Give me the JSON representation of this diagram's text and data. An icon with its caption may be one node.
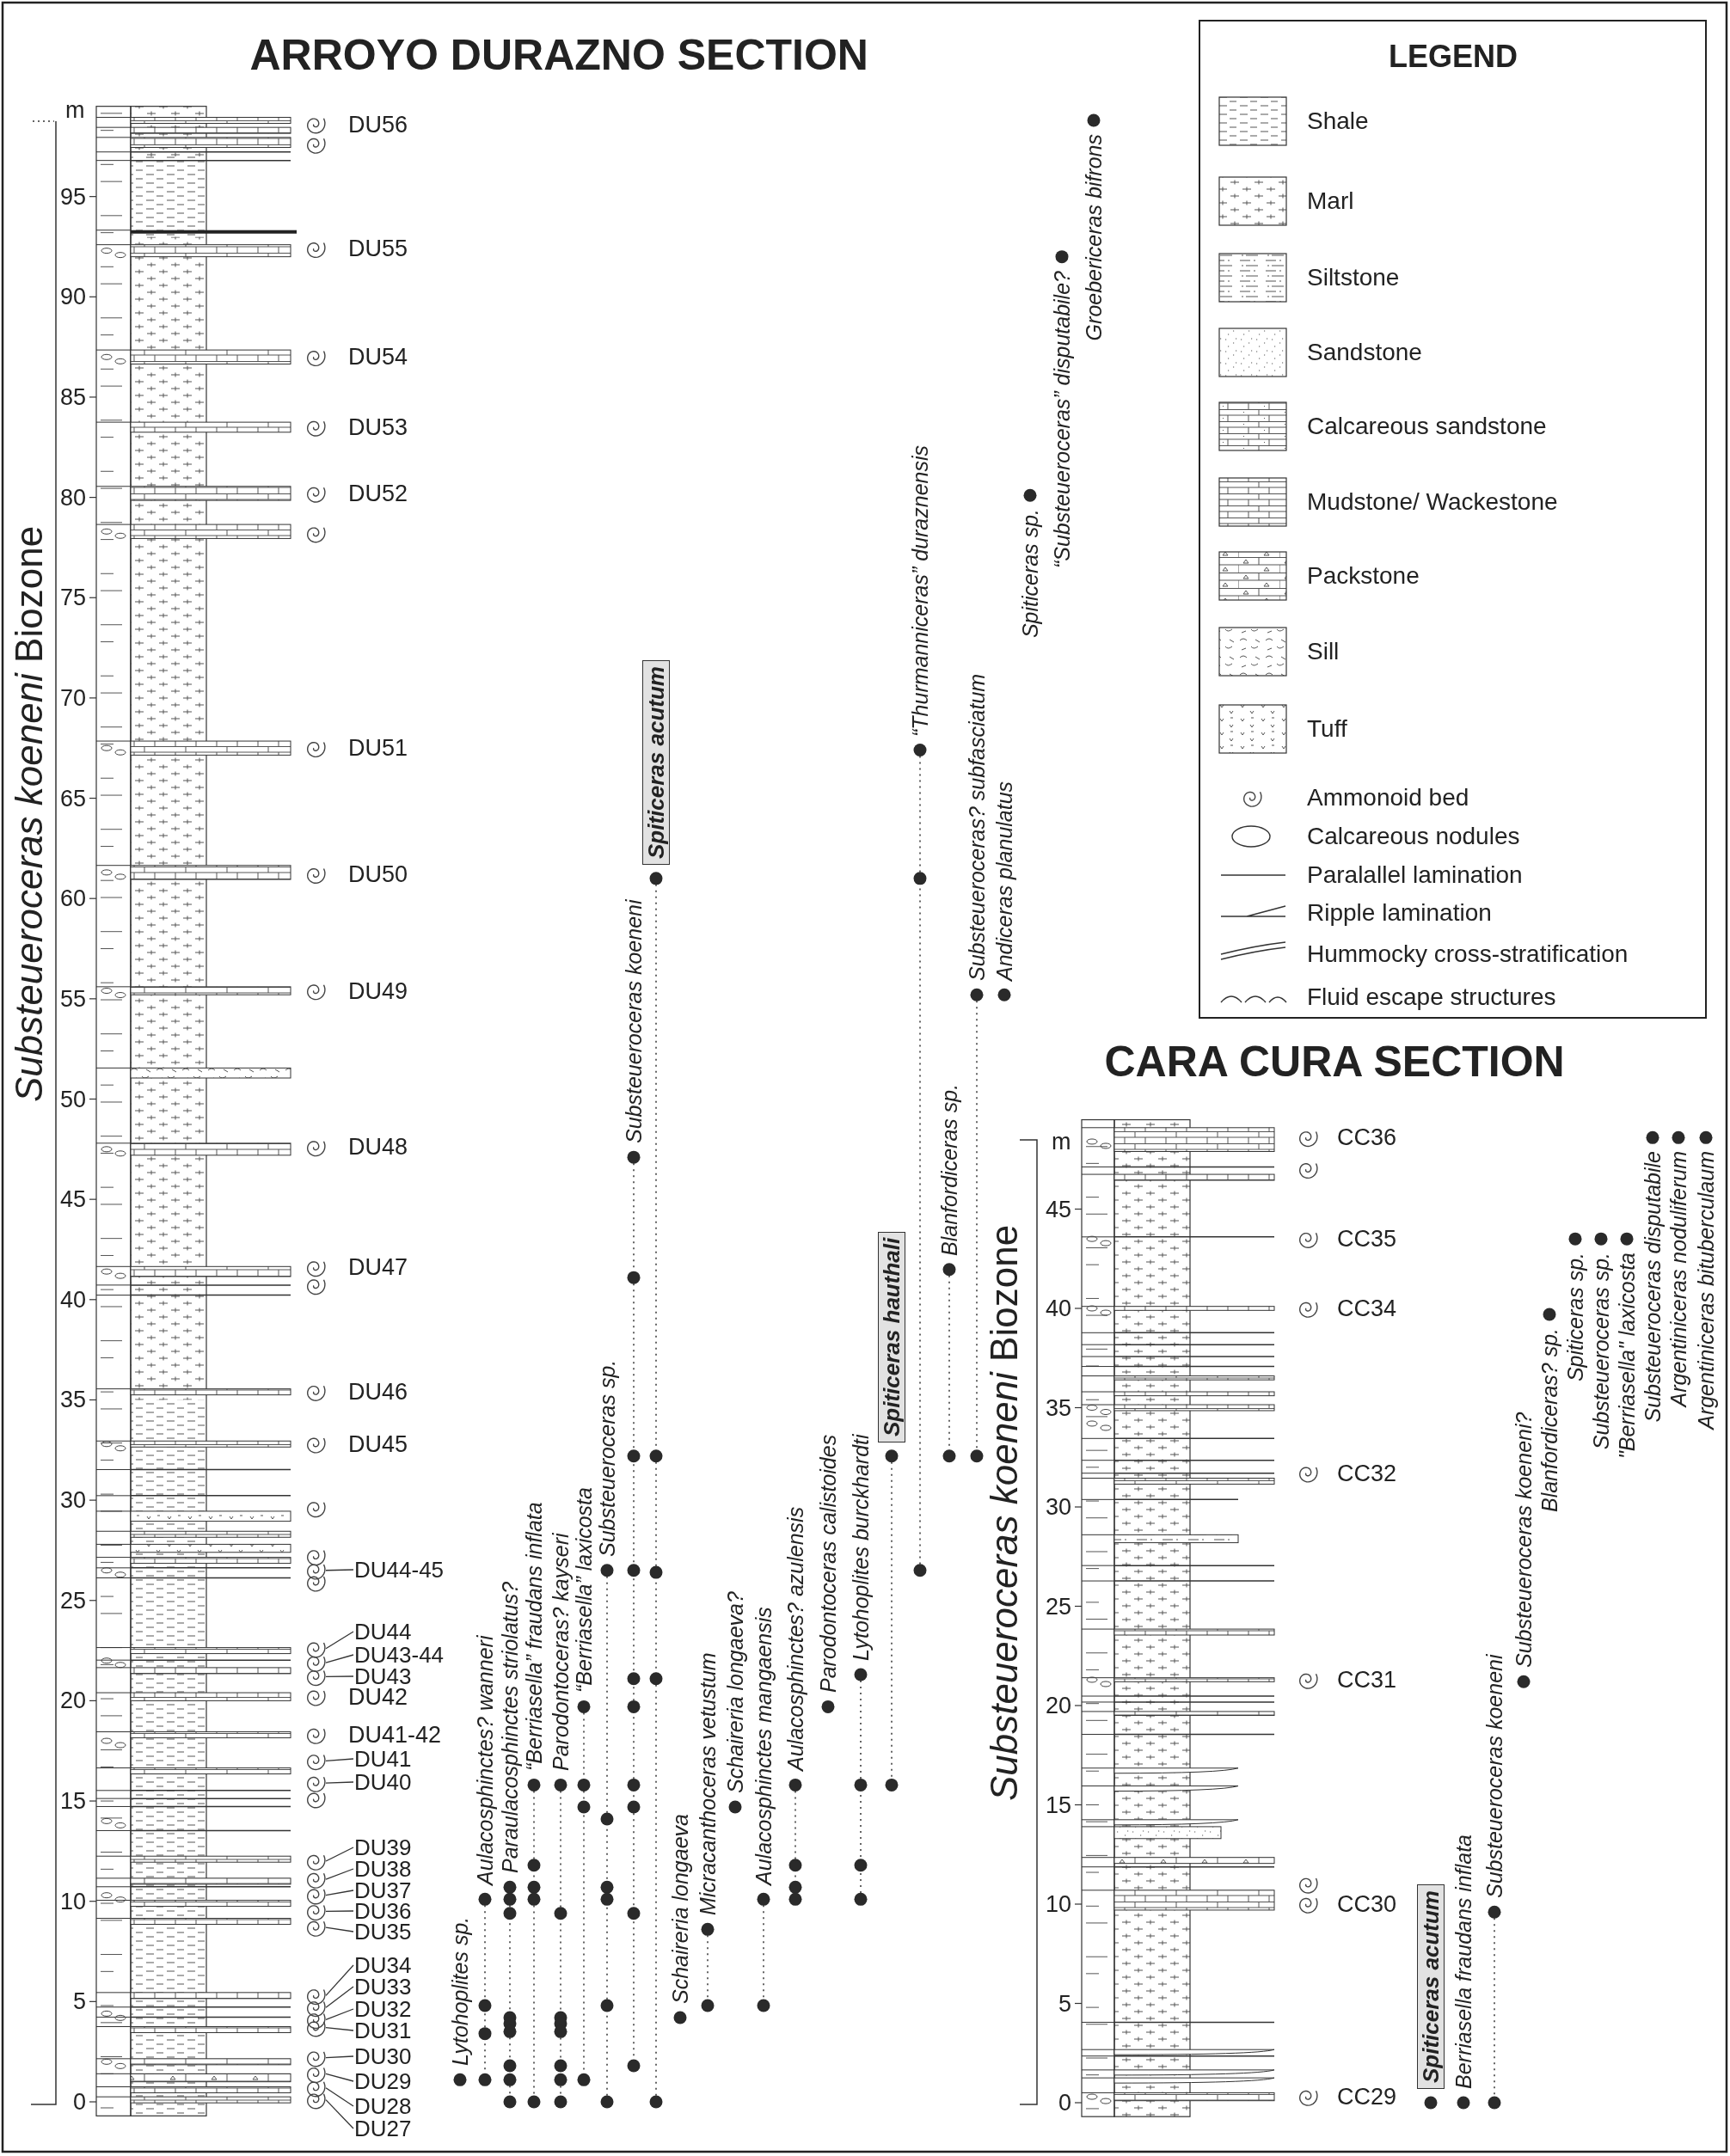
{
  "diagram": {
    "nodes": [
      {
        "text": [
          "Spiticeras acutum"
        ]
      },
      {
        "text": [
          "Spiticeras hauthali"
        ]
      },
      {
        "text": [
          "Spiticeras acutum"
        ]
      },
      {
        "text": [
          "DU44-45"
        ]
      },
      {
        "text": [
          "DU44"
        ]
      },
      {
        "text": [
          "DU43-44"
        ]
      },
      {
        "text": [
          "DU43"
        ]
      },
      {
        "text": [
          "DU41"
        ]
      },
      {
        "text": [
          "DU40"
        ]
      },
      {
        "text": [
          "DU39"
        ]
      },
      {
        "text": [
          "DU38"
        ]
      },
      {
        "text": [
          "DU37"
        ]
      },
      {
        "text": [
          "DU36"
        ]
      },
      {
        "text": [
          "DU35"
        ]
      },
      {
        "text": [
          "DU34"
        ]
      },
      {
        "text": [
          "DU33"
        ]
      },
      {
        "text": [
          "DU32"
        ]
      },
      {
        "text": [
          "DU31"
        ]
      },
      {
        "text": [
          "DU30"
        ]
      },
      {
        "text": [
          "DU29"
        ]
      },
      {
        "text": [
          "DU28"
        ]
      },
      {
        "text": [
          "DU27"
        ]
      },
      {
        "text": [],
        "shape": "spiral"
      },
      {
        "text": [],
        "shape": "spiral"
      },
      {
        "text": [],
        "shape": "spiral"
      },
      {
        "text": [],
        "shape": "spiral"
      },
      {
        "text": [],
        "shape": "spiral"
      },
      {
        "text": [],
        "shape": "spiral"
      },
      {
        "text": [],
        "shape": "spiral"
      },
      {
        "text": [],
        "shape": "spiral"
      },
      {
        "text": [],
        "shape": "spiral"
      },
      {
        "text": [],
        "shape": "spiral"
      },
      {
        "text": [],
        "shape": "spiral"
      },
      {
        "text": [],
        "shape": "spiral"
      },
      {
        "text": [],
        "shape": "spiral"
      },
      {
        "text": [],
        "shape": "spiral"
      },
      {
        "text": [],
        "shape": "spiral"
      },
      {
        "text": [],
        "shape": "spiral"
      },
      {
        "text": [],
        "shape": "spiral"
      },
      {
        "text": [],
        "shape": "spiral"
      },
      {
        "text": [],
        "shape": "spiral"
      }
    ],
    "edges": [
      {
        "from": 3,
        "to": 22,
        "arrow": "none"
      },
      {
        "from": 4,
        "to": 23,
        "arrow": "none"
      },
      {
        "from": 5,
        "to": 24,
        "arrow": "none"
      },
      {
        "from": 6,
        "to": 25,
        "arrow": "none"
      },
      {
        "from": 7,
        "to": 26,
        "arrow": "none"
      },
      {
        "from": 8,
        "to": 27,
        "arrow": "none"
      },
      {
        "from": 9,
        "to": 28,
        "arrow": "none"
      },
      {
        "from": 10,
        "to": 29,
        "arrow": "none"
      },
      {
        "from": 11,
        "to": 30,
        "arrow": "none"
      },
      {
        "from": 12,
        "to": 31,
        "arrow": "none"
      },
      {
        "from": 13,
        "to": 32,
        "arrow": "none"
      },
      {
        "from": 14,
        "to": 33,
        "arrow": "none"
      },
      {
        "from": 15,
        "to": 34,
        "arrow": "none"
      },
      {
        "from": 16,
        "to": 35,
        "arrow": "none"
      },
      {
        "from": 17,
        "to": 36,
        "arrow": "none"
      },
      {
        "from": 18,
        "to": 37,
        "arrow": "none"
      },
      {
        "from": 19,
        "to": 38,
        "arrow": "none"
      },
      {
        "from": 20,
        "to": 39,
        "arrow": "none"
      },
      {
        "from": 21,
        "to": 40,
        "arrow": "none"
      }
    ],
    "labels": [
      "ARROYO DURAZNO SECTION",
      "m",
      "95",
      "90",
      "85",
      "80",
      "75",
      "70",
      "65",
      "60",
      "55",
      "50",
      "45",
      "40",
      "35",
      "30",
      "25",
      "20",
      "15",
      "10",
      "5",
      "0",
      "*Substeueroceras koeneni* Biozone",
      "DU56",
      "DU55",
      "DU54",
      "DU53",
      "DU52",
      "DU51",
      "DU50",
      "DU49",
      "DU48",
      "DU47",
      "DU46",
      "DU45",
      "DU42",
      "DU41-42",
      "Lytohoplites sp.",
      "Aulacosphinctes? wanneri",
      "Paraulacosphinctes striolatus?",
      "“Berriasella” fraudans inflata",
      "Parodontoceras? kayseri",
      "“Berriasella” laxicosta",
      "Substeueroceras sp.",
      "Substeueroceras koeneni",
      "Schaireria longaeva",
      "Micracanthoceras vetustum",
      "Schaireria longaeva?",
      "Aulacosphinctes mangaensis",
      "Aulacosphinctes? azulensis",
      "Parodontoceras calistoides",
      "Lytohoplites burckhardti",
      "“Thurmanniceras” duraznensis",
      "Blanfordiceras sp.",
      "Substeueroceras? subfasciatum",
      "Andiceras planulatus",
      "Spiticeras sp.",
      "“Substeueroceras” disputabile?",
      "Groebericeras bifrons",
      "CARA CURA SECTION",
      "m",
      "45",
      "40",
      "35",
      "30",
      "25",
      "20",
      "15",
      "10",
      "5",
      "0",
      "*Substeueroceras koeneni* Biozone",
      "CC36",
      "CC35",
      "CC34",
      "CC32",
      "CC31",
      "CC30",
      "CC29",
      "Berriasella fraudans inflata",
      "Substeueroceras koeneni",
      "Substeueroceras koeneni?",
      "Blanfordiceras? sp.",
      "Spiticeras sp.",
      "Substeueroceras sp.",
      "\"Berriasella\" laxicosta",
      "Substeueroceras disputabile",
      "Argentiniceras noduliferum",
      "Argentiniceras bituberculaum",
      "LEGEND"
    ],
    "legend": [
      {
        "text": "Shale"
      },
      {
        "text": "Marl"
      },
      {
        "text": "Siltstone"
      },
      {
        "text": "Sandstone"
      },
      {
        "text": "Calcareous sandstone"
      },
      {
        "text": "Mudstone/ Wackestone"
      },
      {
        "text": "Packstone"
      },
      {
        "text": "Sill"
      },
      {
        "text": "Tuff"
      },
      {
        "text": "Ammonoid bed"
      },
      {
        "text": "Calcareous nodules"
      },
      {
        "text": "Paralallel lamination"
      },
      {
        "text": "Ripple lamination"
      },
      {
        "text": "Hummocky cross-stratification"
      },
      {
        "text": "Fluid escape structures"
      }
    ]
  }
}
